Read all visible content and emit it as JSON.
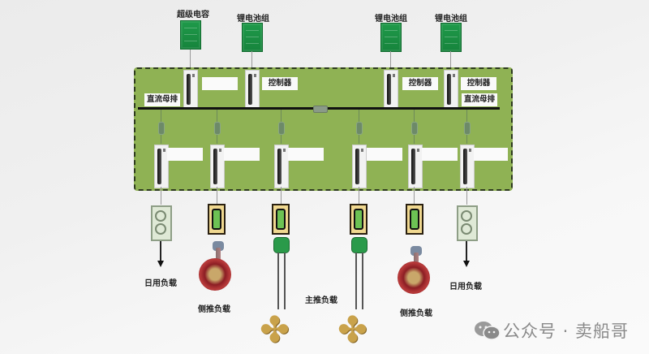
{
  "diagram": {
    "type": "DC bus ship hybrid propulsion system",
    "sources": [
      {
        "label": "超级电容",
        "kind": "supercapacitor"
      },
      {
        "label": "锂电池组",
        "kind": "lithium-battery-pack"
      },
      {
        "label": "锂电池组",
        "kind": "lithium-battery-pack"
      },
      {
        "label": "锂电池组",
        "kind": "lithium-battery-pack"
      }
    ],
    "controllers": [
      "",
      "控制器",
      "控制器",
      "控制器"
    ],
    "bus_labels": {
      "left": "直流母排",
      "right": "直流母排"
    },
    "loads": [
      {
        "label": "日用负载",
        "kind": "transformer"
      },
      {
        "label": "侧推负载",
        "sub": "",
        "kind": "bow-thruster"
      },
      {
        "label": "主推负载",
        "kind": "main-propulsion"
      },
      {
        "label": "侧推负载",
        "kind": "bow-thruster"
      },
      {
        "label": "日用负载",
        "kind": "transformer"
      }
    ],
    "colors": {
      "panel": "#8fb254",
      "battery": "#1f9a4a",
      "bus": "#111111",
      "motor_frame": "#f0d890",
      "motor_screen": "#6dc254"
    }
  },
  "watermark": {
    "text": "公众号 · 卖船哥",
    "icon": "wechat-icon"
  }
}
